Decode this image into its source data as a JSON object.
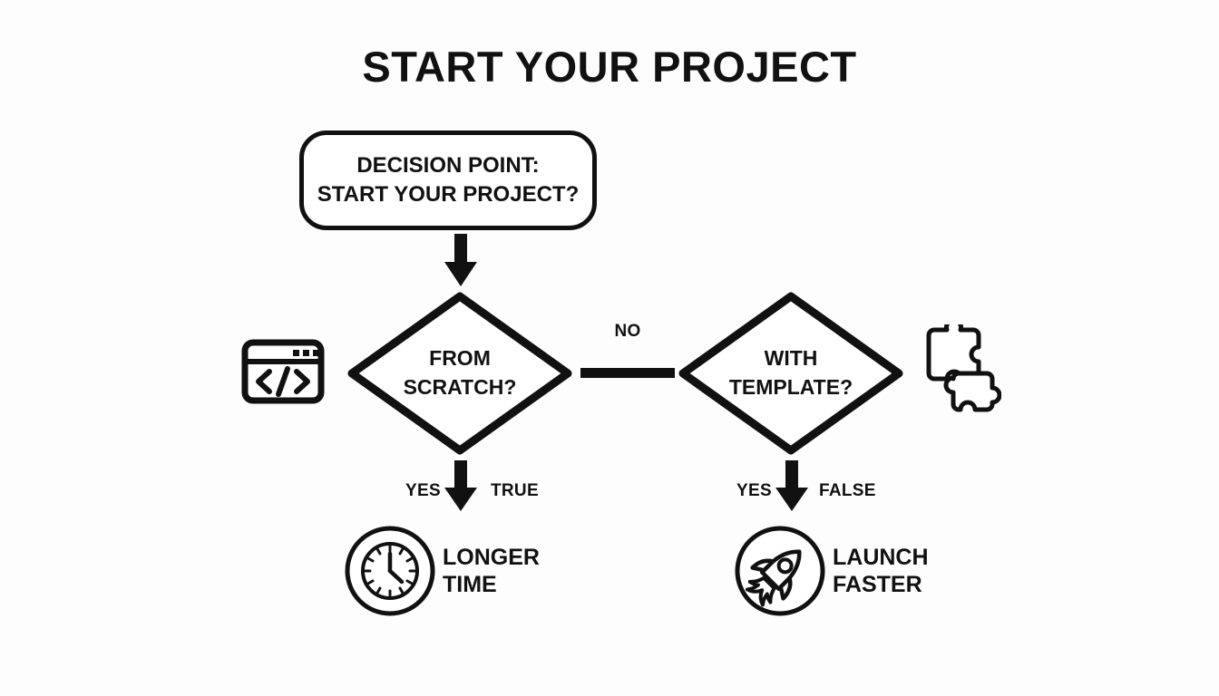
{
  "title": "START YOUR PROJECT",
  "colors": {
    "stroke": "#111111",
    "background": "#fdfdfd",
    "text": "#111111"
  },
  "decision_box": {
    "line1": "DECISION POINT:",
    "line2": "START YOUR PROJECT?"
  },
  "diamonds": {
    "scratch": {
      "line1": "FROM",
      "line2": "SCRATCH?"
    },
    "template": {
      "line1": "WITH",
      "line2": "TEMPLATE?"
    }
  },
  "connector": {
    "no_label": "NO"
  },
  "branch_labels": {
    "yes_left": "YES",
    "true": "TRUE",
    "yes_right": "YES",
    "false": "FALSE"
  },
  "outcomes": {
    "longer_time": {
      "line1": "LONGER",
      "line2": "TIME",
      "icon": "clock-icon"
    },
    "launch_faster": {
      "line1": "LAUNCH",
      "line2": "FASTER",
      "icon": "rocket-icon"
    }
  },
  "side_icons": {
    "code": "code-window-icon",
    "puzzle": "puzzle-pieces-icon"
  },
  "chart_data": {
    "type": "diagram",
    "diagram_type": "flowchart",
    "title": "START YOUR PROJECT",
    "nodes": [
      {
        "id": "start",
        "shape": "rounded-rectangle",
        "text": "DECISION POINT: START YOUR PROJECT?"
      },
      {
        "id": "scratch",
        "shape": "diamond",
        "text": "FROM SCRATCH?"
      },
      {
        "id": "template",
        "shape": "diamond",
        "text": "WITH TEMPLATE?"
      },
      {
        "id": "longer",
        "shape": "circle-icon",
        "text": "LONGER TIME",
        "icon": "clock-icon"
      },
      {
        "id": "faster",
        "shape": "circle-icon",
        "text": "LAUNCH FASTER",
        "icon": "rocket-icon"
      }
    ],
    "edges": [
      {
        "from": "start",
        "to": "scratch",
        "label": "",
        "style": "arrow-down"
      },
      {
        "from": "scratch",
        "to": "template",
        "label": "NO",
        "style": "line-horizontal"
      },
      {
        "from": "scratch",
        "to": "longer",
        "label": "YES / TRUE",
        "style": "arrow-down"
      },
      {
        "from": "template",
        "to": "faster",
        "label": "YES / FALSE",
        "style": "arrow-down"
      }
    ]
  }
}
